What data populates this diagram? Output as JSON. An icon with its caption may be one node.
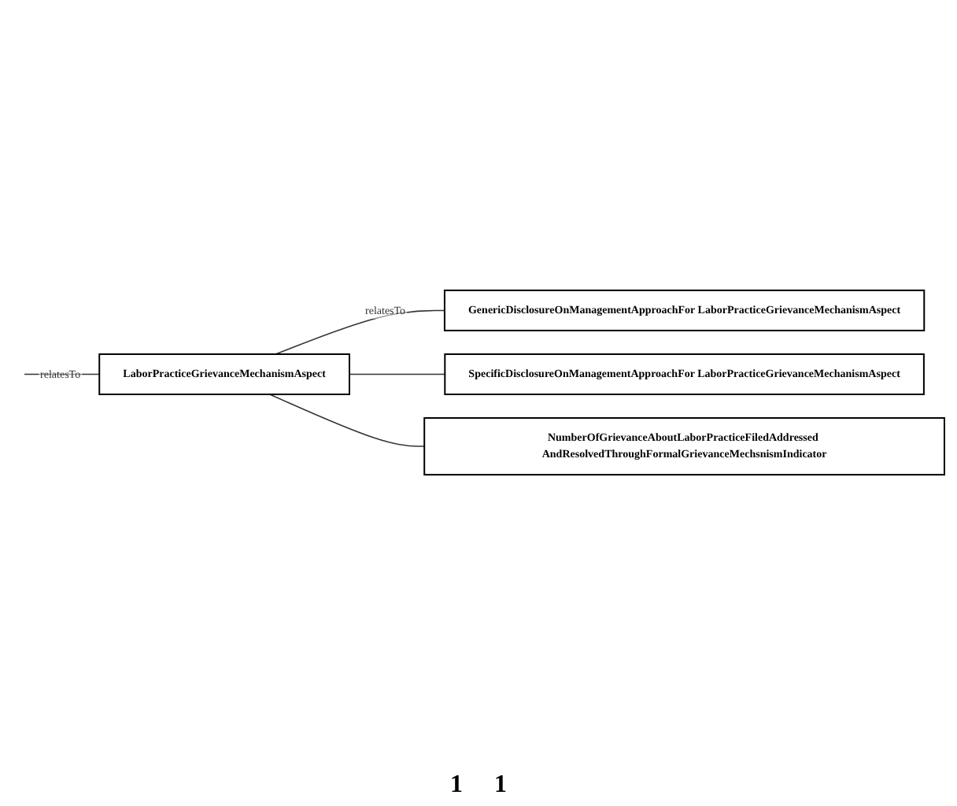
{
  "diagram": {
    "nodes": [
      {
        "text": [
          "LaborPracticeGrievanceMechanismAspect"
        ]
      },
      {
        "text": [
          "GenericDisclosureOnManagementApproachFor LaborPracticeGrievanceMechanismAspect"
        ]
      },
      {
        "text": [
          "SpecificDisclosureOnManagementApproachFor LaborPracticeGrievanceMechanismAspect"
        ]
      },
      {
        "text": [
          "NumberOfGrievanceAboutLaborPracticeFiledAddressed AndResolvedThroughFormalGrievanceMechsnismIndicator"
        ]
      }
    ],
    "edges": [
      {
        "from": null,
        "to": 0,
        "arrow": "none",
        "label": "relatesTo"
      },
      {
        "from": 0,
        "to": 1,
        "arrow": "none",
        "label": "relatesTo"
      },
      {
        "from": 0,
        "to": 2,
        "arrow": "none"
      },
      {
        "from": 0,
        "to": 3,
        "arrow": "none"
      }
    ],
    "labels": [
      "1",
      "1"
    ]
  }
}
